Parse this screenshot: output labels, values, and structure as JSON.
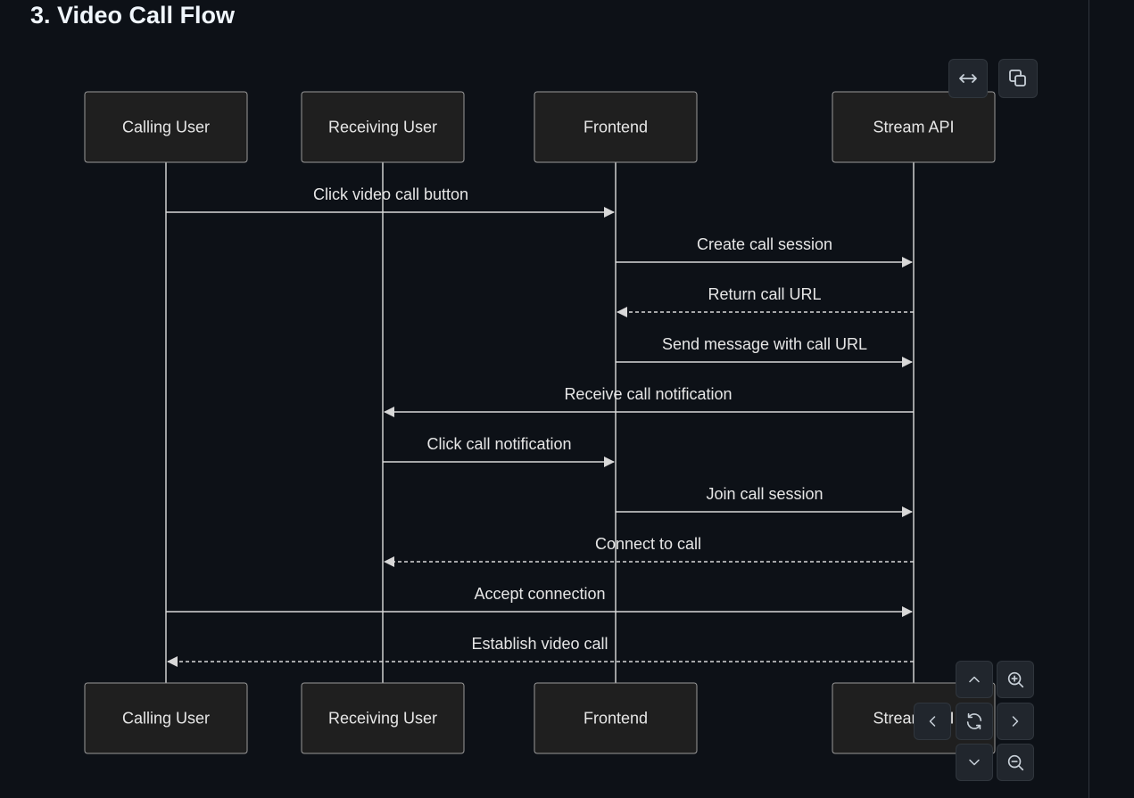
{
  "page": {
    "title": "3. Video Call Flow"
  },
  "diagram": {
    "participants": [
      {
        "id": "calling",
        "label": "Calling User"
      },
      {
        "id": "receiving",
        "label": "Receiving User"
      },
      {
        "id": "frontend",
        "label": "Frontend"
      },
      {
        "id": "stream",
        "label": "Stream API"
      }
    ],
    "messages": [
      {
        "from": "calling",
        "to": "frontend",
        "label": "Click video call button",
        "style": "solid"
      },
      {
        "from": "frontend",
        "to": "stream",
        "label": "Create call session",
        "style": "solid"
      },
      {
        "from": "stream",
        "to": "frontend",
        "label": "Return call URL",
        "style": "dashed"
      },
      {
        "from": "frontend",
        "to": "stream",
        "label": "Send message with call URL",
        "style": "solid"
      },
      {
        "from": "stream",
        "to": "receiving",
        "label": "Receive call notification",
        "style": "solid"
      },
      {
        "from": "receiving",
        "to": "frontend",
        "label": "Click call notification",
        "style": "solid"
      },
      {
        "from": "frontend",
        "to": "stream",
        "label": "Join call session",
        "style": "solid"
      },
      {
        "from": "stream",
        "to": "receiving",
        "label": "Connect to call",
        "style": "dashed"
      },
      {
        "from": "calling",
        "to": "stream",
        "label": "Accept connection",
        "style": "solid"
      },
      {
        "from": "stream",
        "to": "calling",
        "label": "Establish video call",
        "style": "dashed"
      }
    ]
  },
  "toolbar": {
    "fullscreen": {
      "icon": "expand-horizontal-icon"
    },
    "copy": {
      "icon": "copy-icon"
    }
  },
  "zoom_controls": {
    "up": {
      "icon": "chevron-up-icon"
    },
    "down": {
      "icon": "chevron-down-icon"
    },
    "left": {
      "icon": "chevron-left-icon"
    },
    "right": {
      "icon": "chevron-right-icon"
    },
    "reset": {
      "icon": "refresh-icon"
    },
    "zoom_in": {
      "icon": "zoom-in-icon"
    },
    "zoom_out": {
      "icon": "zoom-out-icon"
    }
  }
}
